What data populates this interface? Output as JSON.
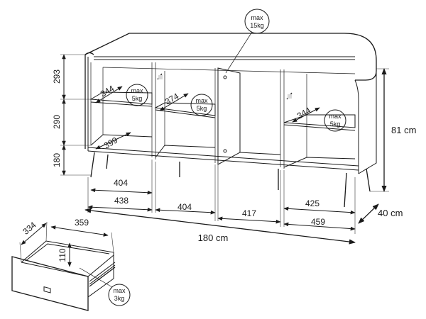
{
  "badges": {
    "top": {
      "line1": "max",
      "line2": "15kg"
    },
    "shelf_a": {
      "line1": "max",
      "line2": "5kg"
    },
    "shelf_b": {
      "line1": "max",
      "line2": "5kg"
    },
    "shelf_c": {
      "line1": "max",
      "line2": "5kg"
    },
    "drawer": {
      "line1": "max",
      "line2": "3kg"
    }
  },
  "heights": {
    "top": "293",
    "middle": "290",
    "bottom": "180"
  },
  "shelf_depths": {
    "left": "344",
    "center": "374",
    "right": "344",
    "floor": "399"
  },
  "inner_widths": {
    "left": "404",
    "right": "425"
  },
  "outer_widths": {
    "left": "438",
    "c1": "404",
    "c2": "417",
    "right": "459"
  },
  "overall": {
    "width": "180 cm",
    "height": "81 cm",
    "depth": "40 cm"
  },
  "drawer": {
    "depth": "334",
    "width": "359",
    "height": "110"
  }
}
